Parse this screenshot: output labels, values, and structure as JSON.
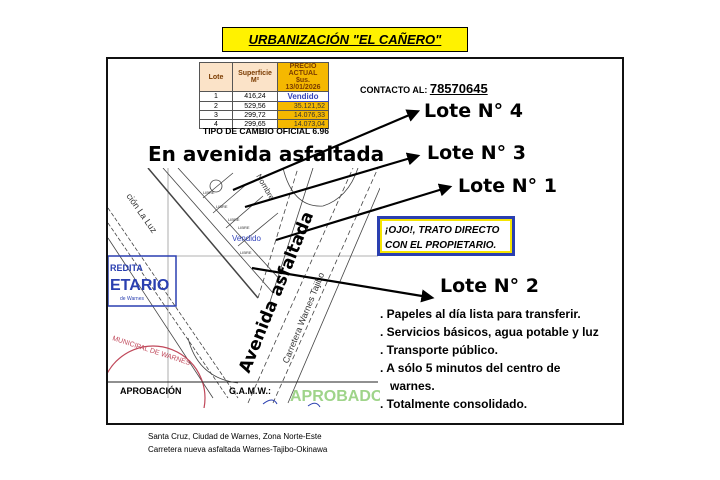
{
  "title": "URBANIZACIÓN \"EL CAÑERO\"",
  "table": {
    "headers": [
      "Lote",
      "Superficie M²",
      "PRECIO ACTUAL $us. 13/01/2026"
    ],
    "rows": [
      {
        "lote": "1",
        "superficie": "416,24",
        "precio": "Vendido"
      },
      {
        "lote": "2",
        "superficie": "529,56",
        "precio": "35.121,52"
      },
      {
        "lote": "3",
        "superficie": "299,72",
        "precio": "14.076,33"
      },
      {
        "lote": "4",
        "superficie": "299,65",
        "precio": "14.073,04"
      }
    ]
  },
  "contact": {
    "label": "CONTACTO AL:",
    "number": "78570645"
  },
  "exchange_rate": "TIPO DE CAMBIO OFICIAL 6.96",
  "headline": "En avenida asfaltada",
  "lot_labels": {
    "lote4": "Lote N° 4",
    "lote3": "Lote N° 3",
    "lote1": "Lote N° 1",
    "lote2": "Lote N° 2"
  },
  "notice": {
    "line1": "¡OJO!, TRATO DIRECTO",
    "line2": "CON EL PROPIETARIO."
  },
  "features": [
    ". Papeles al día lista para transferir.",
    ". Servicios básicos, agua potable y luz",
    ". Transporte público.",
    ". A sólo 5 minutos del centro de",
    "warnes.",
    ". Totalmente consolidado."
  ],
  "map": {
    "street_left": "ción La Luz",
    "street_top": "Nombre",
    "avenue": "Avenida asfaltada",
    "road": "Carretera Warnes Tajibo",
    "lot_status": "LIBRE",
    "sold": "Vendido",
    "stamp_blue": [
      "REDITA",
      "ETARIO",
      "de Warnes"
    ],
    "stamp_red": "MUNICIPAL DE WARNES",
    "stamp_green": "APROBADO",
    "approval": "APROBACIÓN",
    "gamw": "G.A.M.W.:"
  },
  "footer": {
    "line1": "Santa Cruz, Ciudad de Warnes, Zona Norte-Este",
    "line2": "Carretera nueva asfaltada Warnes-Tajibo-Okinawa"
  },
  "colors": {
    "title_bg": "#fff200",
    "price_bg": "#f5b800",
    "sold_blue": "#3344bb",
    "notice_border": "#2a3fb0"
  }
}
